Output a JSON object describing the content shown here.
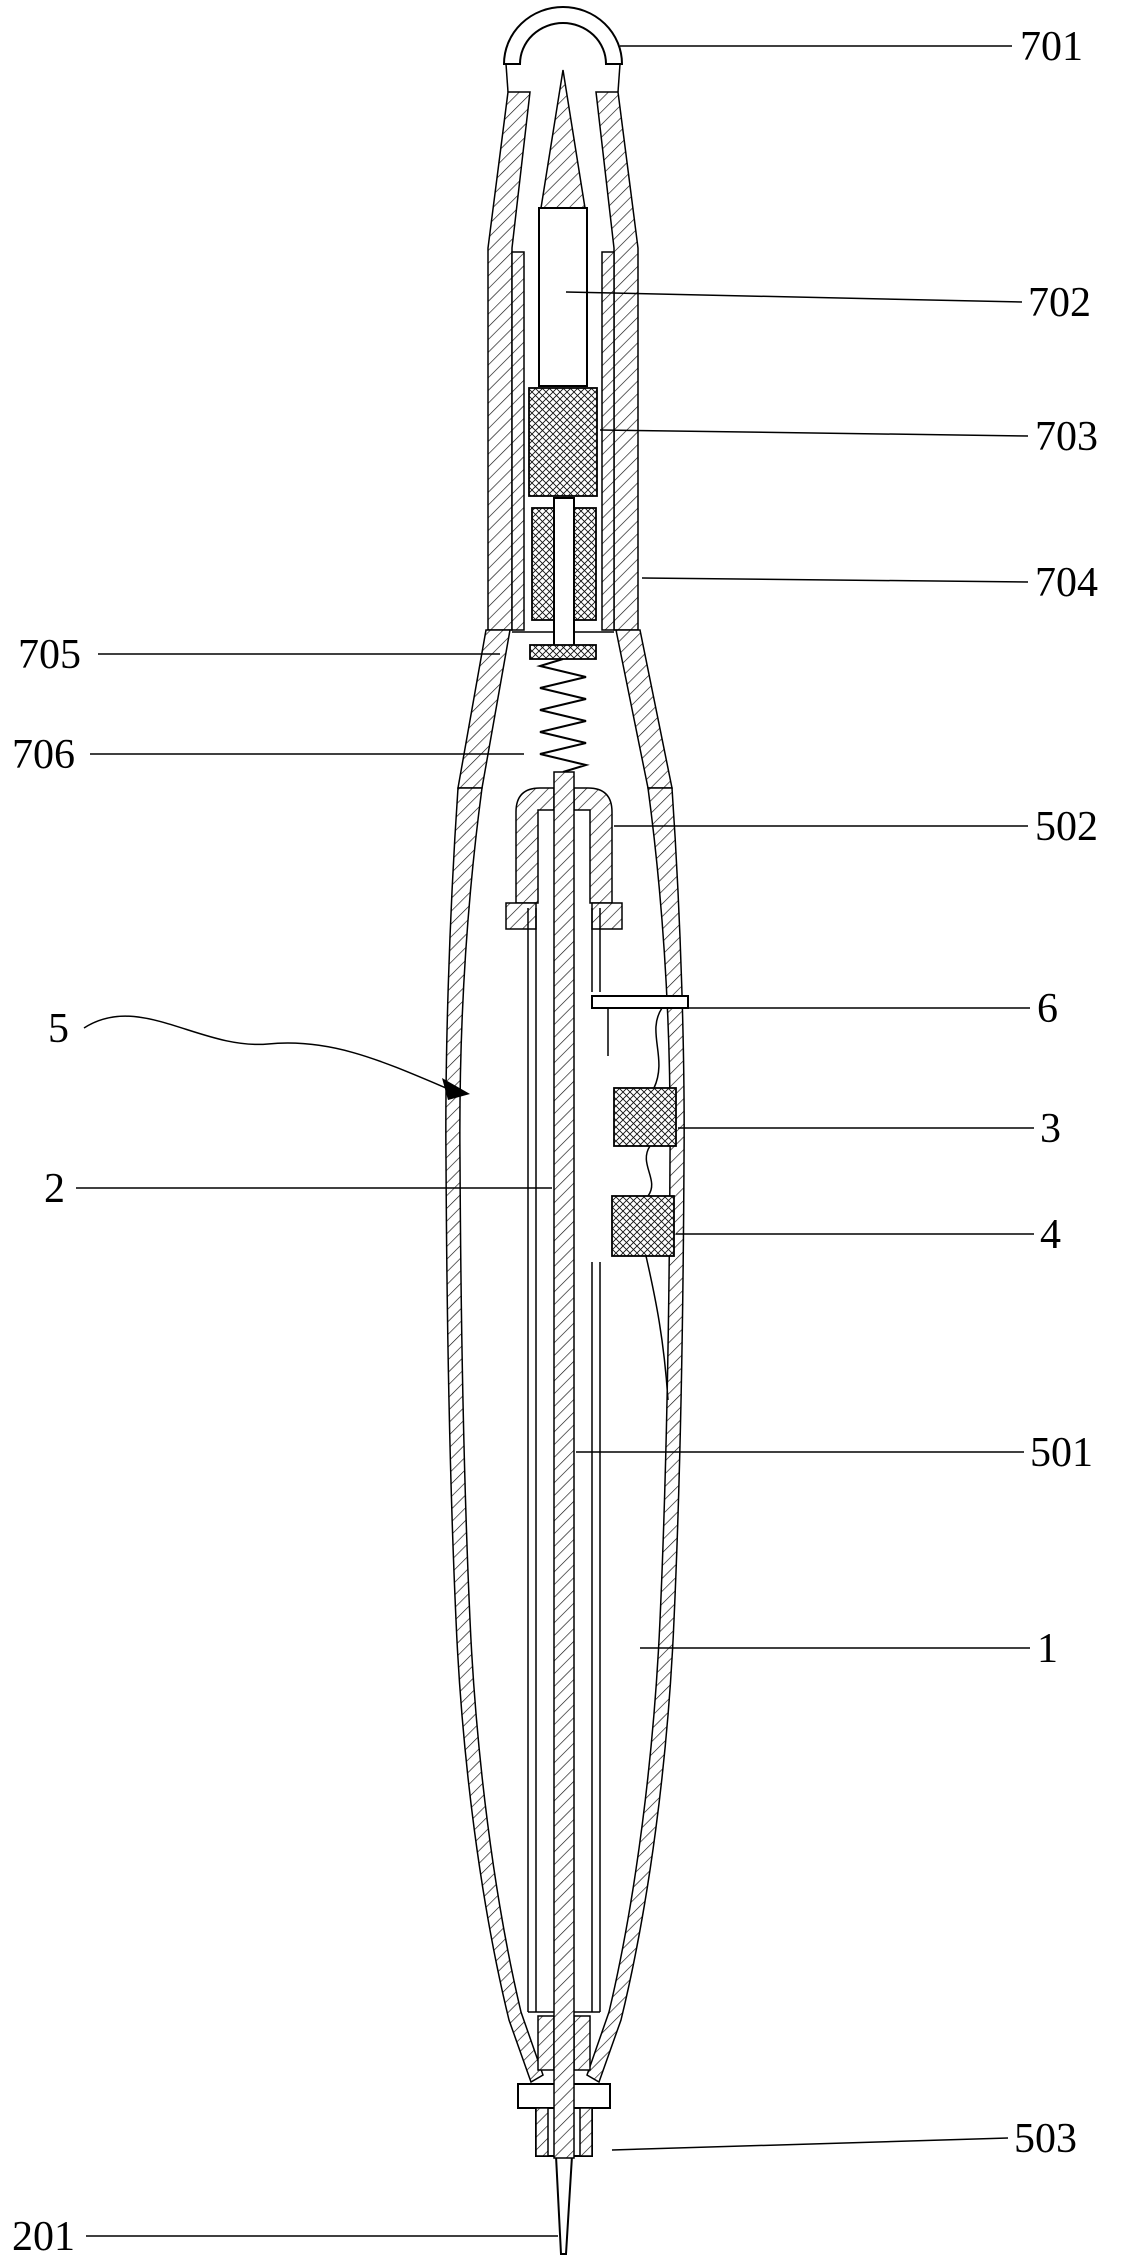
{
  "figure": {
    "background": "#ffffff",
    "ink": "#000000"
  },
  "labels": {
    "701": "701",
    "702": "702",
    "703": "703",
    "704": "704",
    "705": "705",
    "706": "706",
    "502": "502",
    "6": "6",
    "5": "5",
    "3": "3",
    "2": "2",
    "4": "4",
    "501": "501",
    "1": "1",
    "503": "503",
    "201": "201"
  }
}
